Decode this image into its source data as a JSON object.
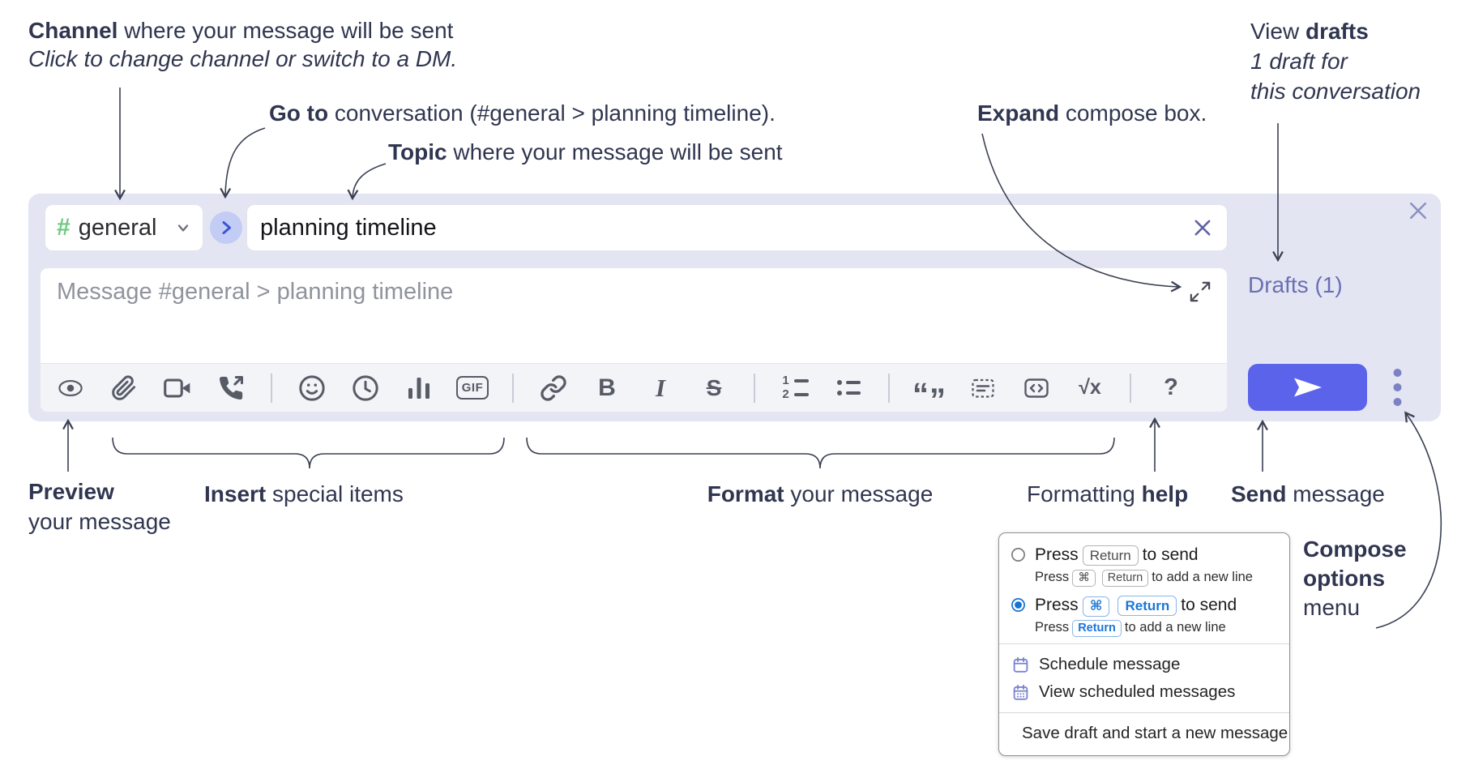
{
  "annotations": {
    "channel": {
      "bold": "Channel",
      "rest": " where your message will be sent",
      "sub": "Click to change channel or switch to a DM."
    },
    "go_to": {
      "bold": "Go to",
      "rest": " conversation (#general > planning timeline)."
    },
    "topic": {
      "bold": "Topic",
      "rest": " where your message will be sent"
    },
    "expand": {
      "bold": "Expand",
      "rest": " compose box."
    },
    "view_drafts": {
      "pre": "View ",
      "bold": "drafts",
      "sub1": "1 draft for",
      "sub2": "this conversation"
    },
    "preview": {
      "bold": "Preview",
      "line2": "your message"
    },
    "insert": {
      "bold": "Insert",
      "rest": " special items"
    },
    "format": {
      "bold": "Format",
      "rest": " your message"
    },
    "formatting_help": {
      "pre": "Formatting ",
      "bold": "help"
    },
    "send": {
      "bold": "Send",
      "rest": " message"
    },
    "compose_options": {
      "line1": "Compose",
      "line2": "options",
      "line3": "menu"
    }
  },
  "compose": {
    "channel": {
      "hash": "#",
      "name": "general"
    },
    "topic": {
      "value": "planning timeline"
    },
    "message": {
      "placeholder": "Message #general > planning timeline"
    },
    "drafts_label": "Drafts (1)",
    "toolbar": {
      "gif": "GIF",
      "bold": "B",
      "italic": "I",
      "strike": "S",
      "quote_open": "“",
      "quote_close": "”",
      "math_root": "√x",
      "help": "?",
      "ol1": "1",
      "ol2": "2",
      "icons": [
        "preview-eye",
        "attach-paperclip",
        "start-video-call",
        "start-audio-call",
        "emoji",
        "add-global-time",
        "add-poll",
        "add-gif",
        "link",
        "bold",
        "italic",
        "strikethrough",
        "numbered-list",
        "bulleted-list",
        "quote",
        "spoiler",
        "code",
        "math",
        "formatting-help"
      ]
    }
  },
  "popup": {
    "option_return": {
      "press": "Press",
      "key1": "Return",
      "after": "to send",
      "sub_press": "Press",
      "sub_key1": "⌘",
      "sub_key2": "Return",
      "sub_after": "to add a new line",
      "selected": false
    },
    "option_cmd_return": {
      "press": "Press",
      "key1": "⌘",
      "key2": "Return",
      "after": "to send",
      "sub_press": "Press",
      "sub_key1": "Return",
      "sub_after": "to add a new line",
      "selected": true
    },
    "schedule": "Schedule message",
    "view_scheduled": "View scheduled messages",
    "save_draft": "Save draft and start a new message"
  },
  "colors": {
    "compose_bg": "#e3e5f3",
    "send_button": "#5b63eb",
    "accent_link": "#6a70b2",
    "hash_green": "#6ec87f",
    "goto_circle_bg": "#c3ccf4",
    "goto_chevron": "#3956d6",
    "key_blue": "#1b76d6",
    "radio_blue": "#1673d2",
    "popup_icon_purple": "#7b83cf",
    "annotation_text": "#303650",
    "icon_gray": "#565b66"
  }
}
